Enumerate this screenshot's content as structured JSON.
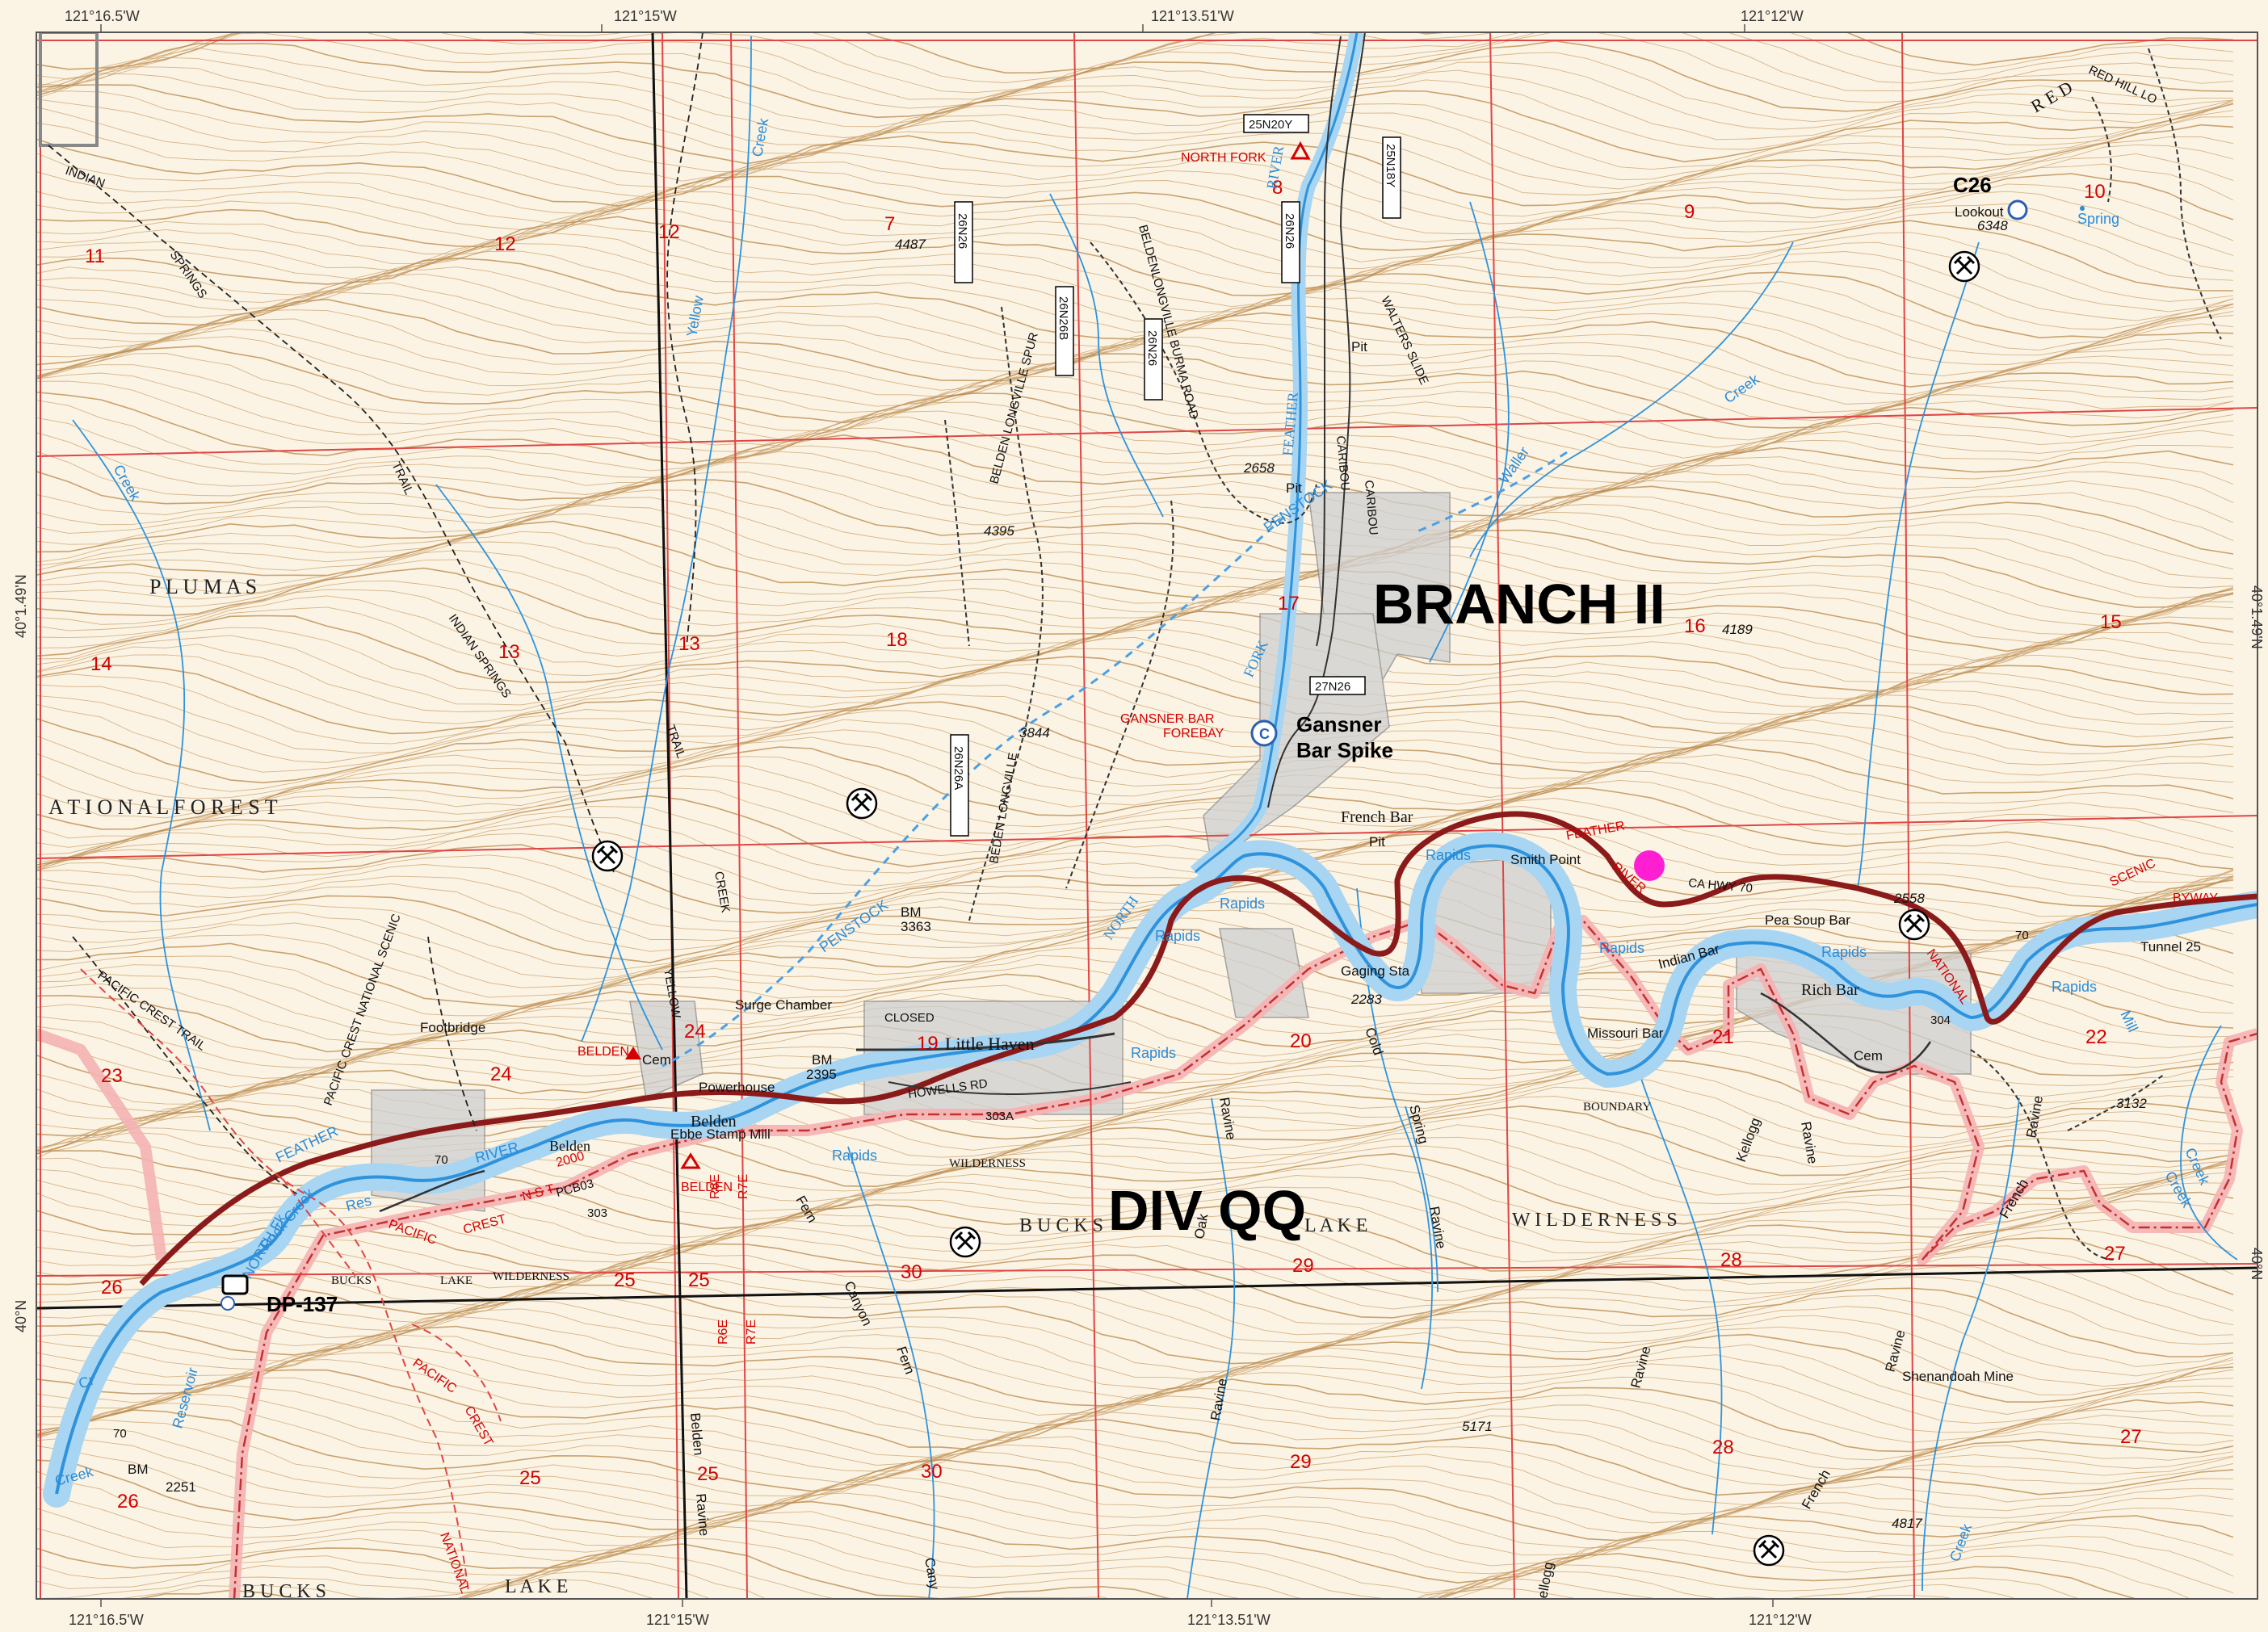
{
  "map": {
    "coords": {
      "top": [
        "121°16.5'W",
        "121°15'W",
        "121°13.51'W",
        "121°12'W"
      ],
      "bottom": [
        "121°16.5'W",
        "121°15'W",
        "121°13.51'W",
        "121°12'W"
      ],
      "left": [
        "40°1.49'N",
        "40°N"
      ],
      "right": [
        "40°1.49'N",
        "40°N"
      ]
    },
    "divisions": {
      "branch": "BRANCH II",
      "division": "DIV QQ"
    },
    "points": {
      "c26": "C26",
      "lookout": "Lookout",
      "lookout_elev": "6348",
      "gansner_line1": "Gansner",
      "gansner_line2": "Bar Spike",
      "dp137": "DP-137",
      "gansner_forebay_line1": "GANSNER BAR",
      "gansner_forebay_line2": "FOREBAY",
      "north_fork_camp": "NORTH FORK",
      "belden_camp1": "BELDEN",
      "belden_camp2": "BELDEN",
      "spring": "Spring"
    },
    "sections": [
      "11",
      "12",
      "12",
      "7",
      "8",
      "9",
      "10",
      "14",
      "13",
      "13",
      "18",
      "17",
      "16",
      "15",
      "23",
      "24",
      "24",
      "19",
      "20",
      "21",
      "22",
      "26",
      "25",
      "25",
      "30",
      "29",
      "28",
      "27",
      "26",
      "25",
      "25",
      "30",
      "29",
      "28",
      "27"
    ],
    "places": {
      "plumas": "P L U M A S",
      "national_forest": "A T I O N A L     F O R E S T",
      "bucks_lake_wild": "B U C K S",
      "lake_wild": "L A K E",
      "wilderness": "W I L D E R N E S S",
      "bucks_lake_bottom": "B U C K S",
      "lake_bottom": "L A K E",
      "little_haven": "Little Haven",
      "belden": "Belden",
      "french_bar": "French Bar",
      "smith_point": "Smith Point",
      "missouri_bar": "Missouri Bar",
      "indian_bar": "Indian Bar",
      "pea_soup_bar": "Pea Soup Bar",
      "rich_bar": "Rich Bar",
      "shenandoah_mine": "Shenandoah Mine",
      "surge_chamber": "Surge Chamber",
      "powerhouse": "Powerhouse",
      "footbridge": "Footbridge",
      "ebbe_stamp_mill": "Ebbe Stamp Mill",
      "gaging_sta": "Gaging Sta",
      "cem1": "Cem",
      "cem2": "Cem",
      "tunnel": "Tunnel 25",
      "pit1": "Pit",
      "pit2": "Pit",
      "pit3": "Pit",
      "closed": "CLOSED",
      "boundary": "BOUNDARY",
      "wilderness_small": "WILDERNESS",
      "bucks_small": "BUCKS",
      "lake_small": "LAKE",
      "wilderness_small2": "WILDERNESS",
      "bm1": "BM",
      "bm1_val": "3363",
      "bm2": "BM",
      "bm2_val": "2395",
      "bm3": "BM",
      "bm3_val": "2251"
    },
    "water": {
      "feather_river": "FEATHER",
      "river1": "RIVER",
      "north": "NORTH",
      "fork": "FORK",
      "feather2": "FEATHER",
      "river2": "RIVER",
      "creek_yellow": "Yellow",
      "creek1": "Creek",
      "creek2": "Creek",
      "waller": "Waller",
      "creek3": "Creek",
      "creek4": "Creek",
      "rapids1": "Rapids",
      "rapids2": "Rapids",
      "rapids3": "Rapids",
      "rapids4": "Rapids",
      "rapids5": "Rapids",
      "rapids6": "Rapids",
      "rapids7": "Rapids",
      "rapids8": "Rapids",
      "mill": "Mill",
      "creek_mill": "Creek",
      "reservoir": "Reservoir",
      "res": "Res",
      "rock_creek": "Rock Creek",
      "north_fk": "NORTH Fk",
      "creek_bl": "Creek",
      "cr": "Cr",
      "feather_fk": "FEATHER",
      "river_fk": "RIVER",
      "penstock": "PENSTOCK",
      "penstock2": "PENSTOCK",
      "creek_right": "Creek"
    },
    "ravines": {
      "oak": "Oak",
      "ravine_oak": "Ravine",
      "cold": "Cold",
      "spring": "Spring",
      "ravine_cold": "Ravine",
      "fern": "Fern",
      "canyon": "Canyon",
      "fern2": "Fern",
      "kellogg": "Kellogg",
      "ravine_k": "Ravine",
      "french": "French",
      "ravine_f": "Ravine",
      "ravine_a": "Ravine",
      "ravine_b": "Ravine",
      "ravine_c": "Ravine",
      "belden_r": "Belden",
      "ravine_bel": "Ravine",
      "french2": "French",
      "ravine_f2": "Ravine",
      "kellogg2": "ellogg",
      "cany": "Cany"
    },
    "roads": {
      "r25n20y": "25N20Y",
      "r25n18y": "25N18Y",
      "r26n26_1": "26N26",
      "r26n26_2": "26N26",
      "r26n26b": "26N26B",
      "r26n26_3": "26N26",
      "r27n26": "27N26",
      "r26n26a": "26N26A",
      "r70a": "70",
      "r70b": "70",
      "r70c": "70",
      "r303": "303",
      "r303a": "303A",
      "r304": "304",
      "ca_hwy70": "CA HWY 70",
      "scenic": "SCENIC",
      "byway": "BYWAY",
      "national": "NATIONAL",
      "howells_rd": "HOWELLS RD",
      "indian_springs": "INDIAN",
      "springs": "SPRINGS",
      "trail": "TRAIL",
      "indian_springs2": "INDIAN SPRINGS",
      "trail2": "TRAIL",
      "yellow_creek": "YELLOW",
      "creek_road": "CREEK",
      "pacific_crest_trail": "PACIFIC CREST TRAIL",
      "pct_national_scenic": "PACIFIC CREST NATIONAL SCENIC",
      "pacific": "PACIFIC",
      "crest": "CREST",
      "pacific2": "PACIFIC",
      "crest2": "CREST",
      "national2": "NATIONAL",
      "red": "R E D",
      "red_hill_lo": "RED HILL LO",
      "walters_slide": "WALTERS SLIDE",
      "caribou": "CARIBOU",
      "caribou2": "CARIBOU",
      "belden_longville": "BELDEN LONGVILLE",
      "belden_longville_spur": "BELDEN LONGVILLE SPUR",
      "beldenlongville_burma": "BELDENLONGVILLE BURMA ROAD",
      "beden_longville": "BEDEN LONGVILLE",
      "r6e": "R6E",
      "r7e": "R7E",
      "r6e2": "R6E",
      "r7e2": "R7E",
      "pcb03": "PCB03",
      "nst": "N S T",
      "r2000": "2000"
    },
    "elevations": {
      "e4487": "4487",
      "e4395": "4395",
      "e3844": "3844",
      "e2658": "2658",
      "e4189": "4189",
      "e2283": "2283",
      "e2558": "2558",
      "e3132": "3132",
      "e5171": "5171",
      "e4817": "4817"
    },
    "colors": {
      "background": "#fbf3e4",
      "contour": "#c9a06a",
      "contour_index": "#b8884a",
      "section_line": "#e04545",
      "river": "#2e93dc",
      "river_fill": "#a8d5f2",
      "highway": "#8b1a1a",
      "wilderness_band": "#f4b3b3",
      "private_land": "#cfcfcf",
      "marker_magenta": "#ff1fd2",
      "section_text": "#d40000"
    }
  }
}
